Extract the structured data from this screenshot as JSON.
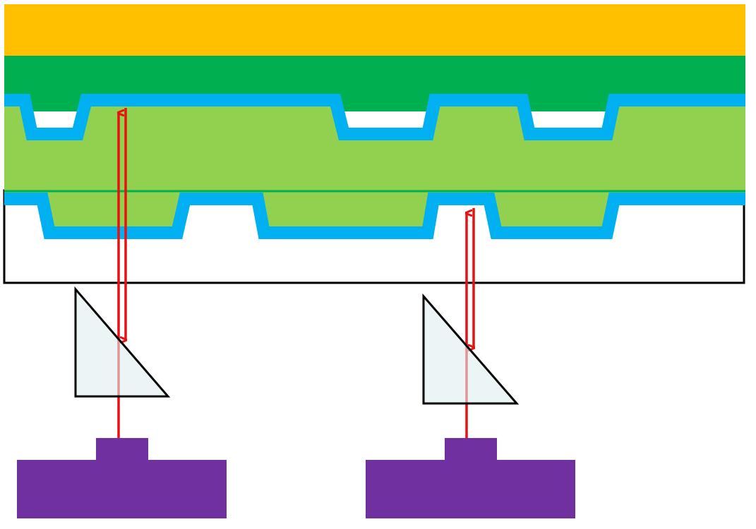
{
  "colors": {
    "label_layer": "#FFC000",
    "protective_layer": "#00B050",
    "reflective_coating": "#00B0F0",
    "spacer_layer": "#92D050",
    "substrate": "#FFFFFF",
    "outline": "#000000",
    "prism_fill": "#E0EFEF",
    "laser_beam": "#E81010",
    "optical_head": "#7030A0"
  },
  "elements": {
    "layers": [
      "label-layer",
      "protective-layer",
      "upper-reflective-layer",
      "spacer-layer",
      "lower-reflective-layer",
      "substrate"
    ],
    "optics": [
      {
        "id": "left-optical-pickup",
        "parts": [
          "prism",
          "laser-beam",
          "optical-head"
        ]
      },
      {
        "id": "right-optical-pickup",
        "parts": [
          "prism",
          "laser-beam",
          "optical-head"
        ]
      }
    ]
  }
}
